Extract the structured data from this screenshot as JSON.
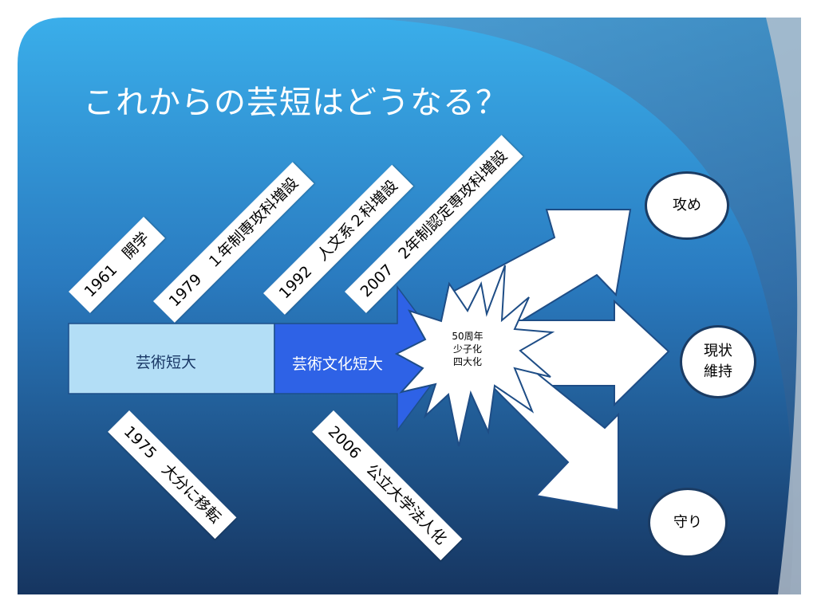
{
  "slide": {
    "title": "これからの芸短はどうなる？"
  },
  "timeline_above": [
    {
      "text": "1961　開学"
    },
    {
      "text": "1979　１年制専攻科増設"
    },
    {
      "text": "1992　人文系２科増設"
    },
    {
      "text": "2007　2年制認定専攻科増設"
    }
  ],
  "timeline_below": [
    {
      "text": "1975　大分に移転"
    },
    {
      "text": "2006　公立大学法人化"
    }
  ],
  "bar": {
    "segment1": "芸術短大",
    "segment2": "芸術文化短大"
  },
  "burst": {
    "line1": "50周年",
    "line2": "少子化",
    "line3": "四大化"
  },
  "outcomes": {
    "attack": "攻め",
    "maintain_line1": "現状",
    "maintain_line2": "維持",
    "defend": "守り"
  },
  "colors": {
    "background_top": "#36a7e6",
    "background_bottom": "#163762",
    "segment1_fill": "#b3def6",
    "segment2_fill": "#2e5fe6",
    "arrow_fill": "#ffffff"
  }
}
